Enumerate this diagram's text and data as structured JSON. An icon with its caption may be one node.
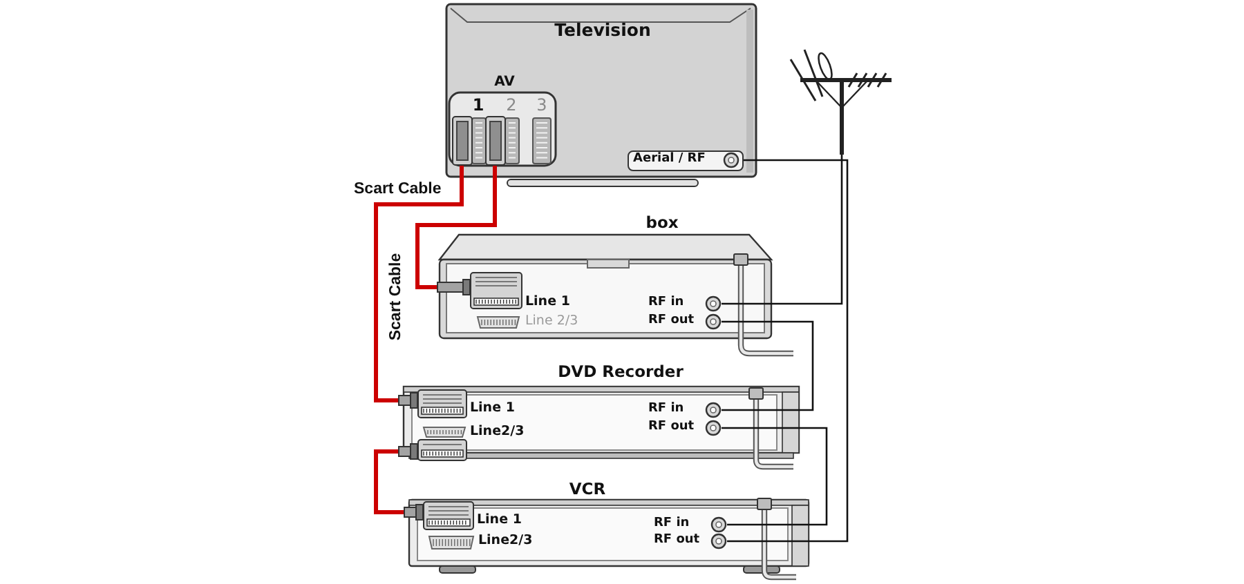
{
  "diagram": {
    "nodes": [
      {
        "text": [
          "Television"
        ]
      },
      {
        "text": [
          "AV"
        ],
        "in": 0
      },
      {
        "text": [
          "1"
        ],
        "in": 1
      },
      {
        "text": [
          "2"
        ],
        "in": 1
      },
      {
        "text": [
          "3"
        ],
        "in": 1
      },
      {
        "text": [
          "Aerial / RF"
        ],
        "in": 0
      },
      {
        "text": [],
        "shape": "antenna"
      },
      {
        "text": [
          "box"
        ]
      },
      {
        "text": [
          "Line 1"
        ],
        "in": 7
      },
      {
        "text": [
          "Line 2/3"
        ],
        "in": 7
      },
      {
        "text": [
          "RF in"
        ],
        "in": 7
      },
      {
        "text": [
          "RF out"
        ],
        "in": 7
      },
      {
        "text": [
          "DVD Recorder"
        ]
      },
      {
        "text": [
          "Line 1"
        ],
        "in": 12
      },
      {
        "text": [
          "Line2/3"
        ],
        "in": 12
      },
      {
        "text": [
          "RF in"
        ],
        "in": 12
      },
      {
        "text": [
          "RF out"
        ],
        "in": 12
      },
      {
        "text": [
          "VCR"
        ]
      },
      {
        "text": [
          "Line 1"
        ],
        "in": 17
      },
      {
        "text": [
          "Line2/3"
        ],
        "in": 17
      },
      {
        "text": [
          "RF in"
        ],
        "in": 17
      },
      {
        "text": [
          "RF out"
        ],
        "in": 17
      }
    ],
    "edges": [
      {
        "from": 6,
        "to": 10,
        "arrow": "none"
      },
      {
        "from": 11,
        "to": 15,
        "arrow": "none"
      },
      {
        "from": 16,
        "to": 20,
        "arrow": "none"
      },
      {
        "from": 21,
        "to": 5,
        "arrow": "none"
      },
      {
        "from": 2,
        "to": 13,
        "arrow": "none",
        "style": "thick",
        "color": "#cc0000"
      },
      {
        "from": 3,
        "to": 8,
        "arrow": "none",
        "style": "thick",
        "color": "#cc0000"
      },
      {
        "from": 14,
        "to": 18,
        "arrow": "none",
        "style": "thick",
        "color": "#cc0000"
      }
    ],
    "labels": [
      "Scart Cable",
      "Scart Cable"
    ]
  }
}
